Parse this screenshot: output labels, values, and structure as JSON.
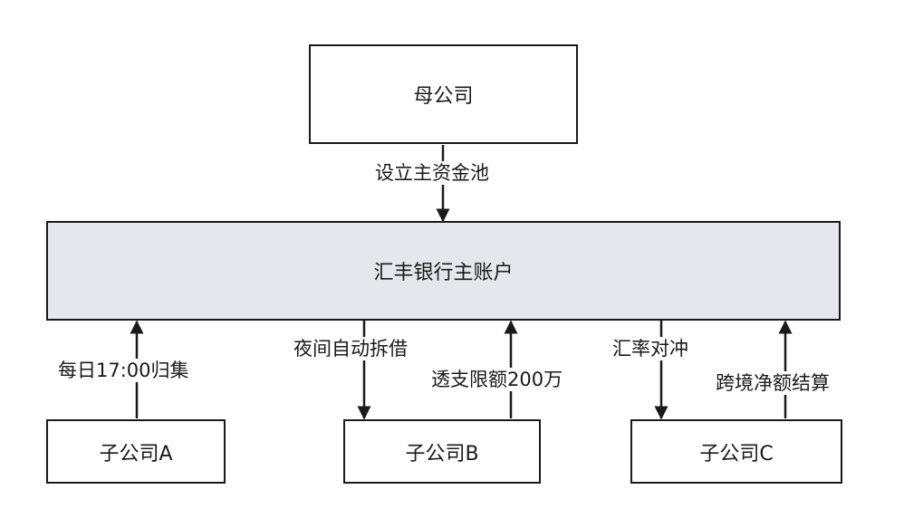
{
  "nodes": {
    "parent": "母公司",
    "main_account": "汇丰银行主账户",
    "sub_a": "子公司A",
    "sub_b": "子公司B",
    "sub_c": "子公司C"
  },
  "edges": {
    "parent_to_main": "设立主资金池",
    "a_to_main": "每日17:00归集",
    "main_to_b": "夜间自动拆借",
    "b_to_main": "透支限额200万",
    "main_to_c": "汇率对冲",
    "c_to_main": "跨境净额结算"
  }
}
